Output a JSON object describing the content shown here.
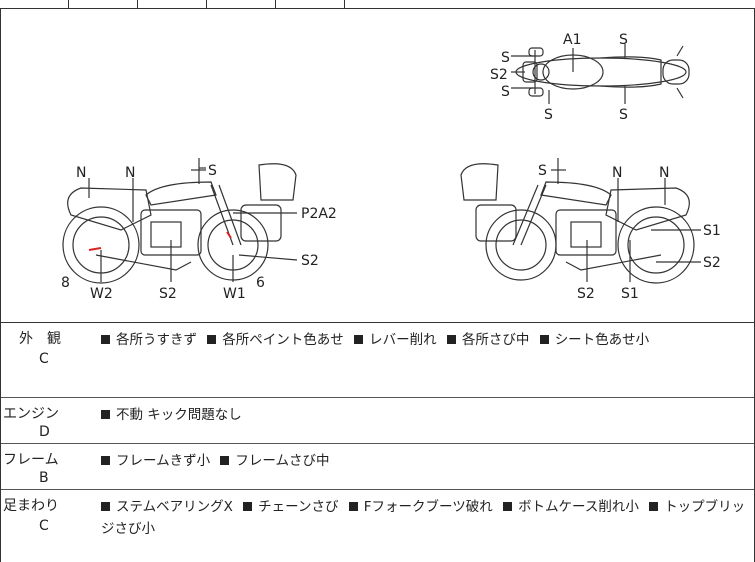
{
  "diagram": {
    "top_view": {
      "a1": "A1",
      "s_top": "S",
      "s_left1": "S",
      "s2_left": "S2",
      "s_left3": "S",
      "s_bottom1": "S",
      "s_bottom2": "S"
    },
    "left_view": {
      "n1": "N",
      "n2": "N",
      "s": "S",
      "p2a2": "P2A2",
      "s2_right": "S2",
      "eight": "8",
      "six": "6",
      "w2": "W2",
      "s2_bottom": "S2",
      "w1": "W1"
    },
    "right_view": {
      "s": "S",
      "n1": "N",
      "n2": "N",
      "s1_right": "S1",
      "s2_right": "S2",
      "s2_bottom": "S2",
      "s1_bottom": "S1"
    }
  },
  "conditions": [
    {
      "label": "外　観",
      "grade": "C",
      "items": [
        "各所うすきず",
        "各所ペイント色あせ",
        "レバー削れ",
        "各所さび中",
        "シート色あせ小"
      ]
    },
    {
      "label": "エンジン",
      "grade": "D",
      "items": [
        "不動 キック問題なし"
      ]
    },
    {
      "label": "フレーム",
      "grade": "B",
      "items": [
        "フレームきず小",
        "フレームさび中"
      ]
    },
    {
      "label": "足まわり",
      "grade": "C",
      "items": [
        "ステムベアリングX",
        "チェーンさび",
        "Fフォークブーツ破れ",
        "ボトムケース削れ小",
        "トップブリッジさび小"
      ]
    }
  ]
}
